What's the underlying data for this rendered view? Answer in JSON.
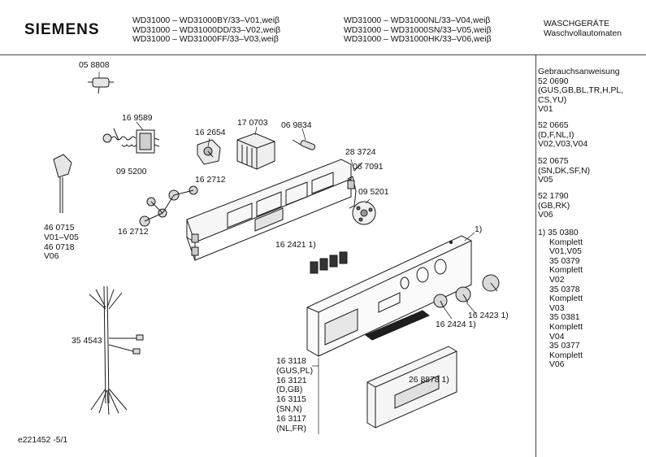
{
  "header": {
    "brand": "SIEMENS",
    "models_col1": [
      "WD31000 – WD31000BY/33–V01,weiβ",
      "WD31000 – WD31000DD/33–V02,weiβ",
      "WD31000 – WD31000FF/33–V03,weiβ"
    ],
    "models_col2": [
      "WD31000 – WD31000NL/33–V04,weiβ",
      "WD31000 – WD31000SN/33–V05,weiβ",
      "WD31000 – WD31000HK/33–V06,weiβ"
    ],
    "category": [
      "WASCHGERÄTE",
      "Waschvollautomaten"
    ]
  },
  "sidebar": {
    "blocks": [
      {
        "lines": [
          "Gebrauchsanweisung",
          "52 0690",
          "(GUS,GB,BL,TR,H,PL,",
          "CS,YU)",
          "V01"
        ]
      },
      {
        "lines": [
          "52 0665",
          "(D,F,NL,I)",
          "V02,V03,V04"
        ]
      },
      {
        "lines": [
          "52 0675",
          "(SN,DK,SF,N)",
          "V05"
        ]
      },
      {
        "lines": [
          "52 1790",
          "(GB,RK)",
          "V06"
        ]
      }
    ],
    "kits": {
      "title": "1)  35 0380",
      "lines": [
        "Komplett",
        "V01,V05",
        "35 0379",
        "Komplett",
        "V02",
        "35 0378",
        "Komplett",
        "V03",
        "35 0381",
        "Komplett",
        "V04",
        "35 0377",
        "Komplett",
        "V06"
      ]
    }
  },
  "parts": {
    "p058808": "05 8808",
    "p169589": "16 9589",
    "p162654": "16 2654",
    "p170703": "17 0703",
    "p069834": "06 9834",
    "p283724": "28 3724",
    "p067091": "06 7091",
    "p095200": "09 5200",
    "p162712a": "16 2712",
    "p162712b": "16 2712",
    "p095201": "09 5201",
    "p1": "1)",
    "p162421": "16 2421  1)",
    "p162423": "16 2423  1)",
    "p162424": "16 2424  1)",
    "p354543": "35 4543",
    "p268878": "26 8878  1)",
    "cord": [
      "46 0715",
      "V01–V05",
      "46 0718",
      "V06"
    ],
    "trim": [
      "16 3118",
      "(GUS,PL)",
      "16 3121",
      "(D,GB)",
      "16 3115",
      "(SN,N)",
      "16 3117",
      "(NL,FR)"
    ]
  },
  "footer": {
    "code": "e221452   -5/1"
  }
}
